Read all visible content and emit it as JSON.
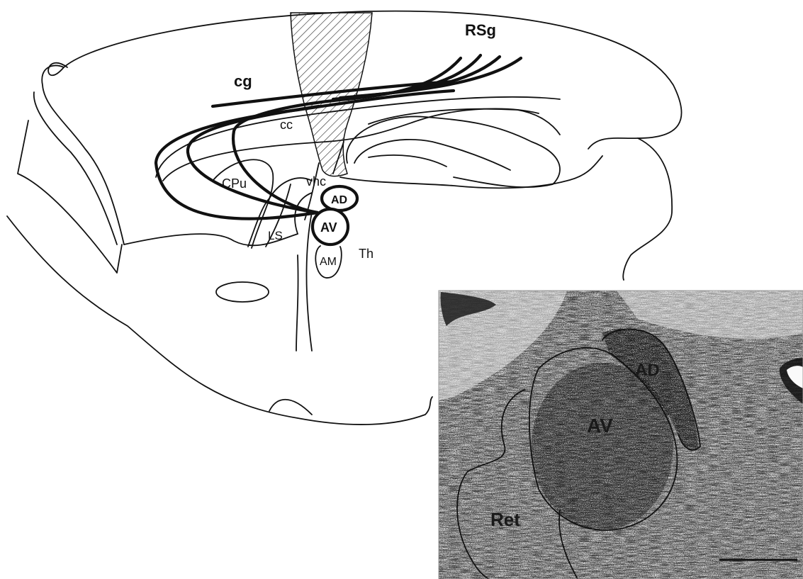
{
  "diagram": {
    "labels": {
      "rsg": "RSg",
      "cg": "cg",
      "cc": "cc",
      "cpu": "CPu",
      "vhc": "vhc",
      "ad": "AD",
      "av": "AV",
      "ls": "LS",
      "am": "AM",
      "th": "Th"
    }
  },
  "micrograph": {
    "labels": {
      "ad": "AD",
      "av": "AV",
      "ret": "Ret"
    }
  }
}
